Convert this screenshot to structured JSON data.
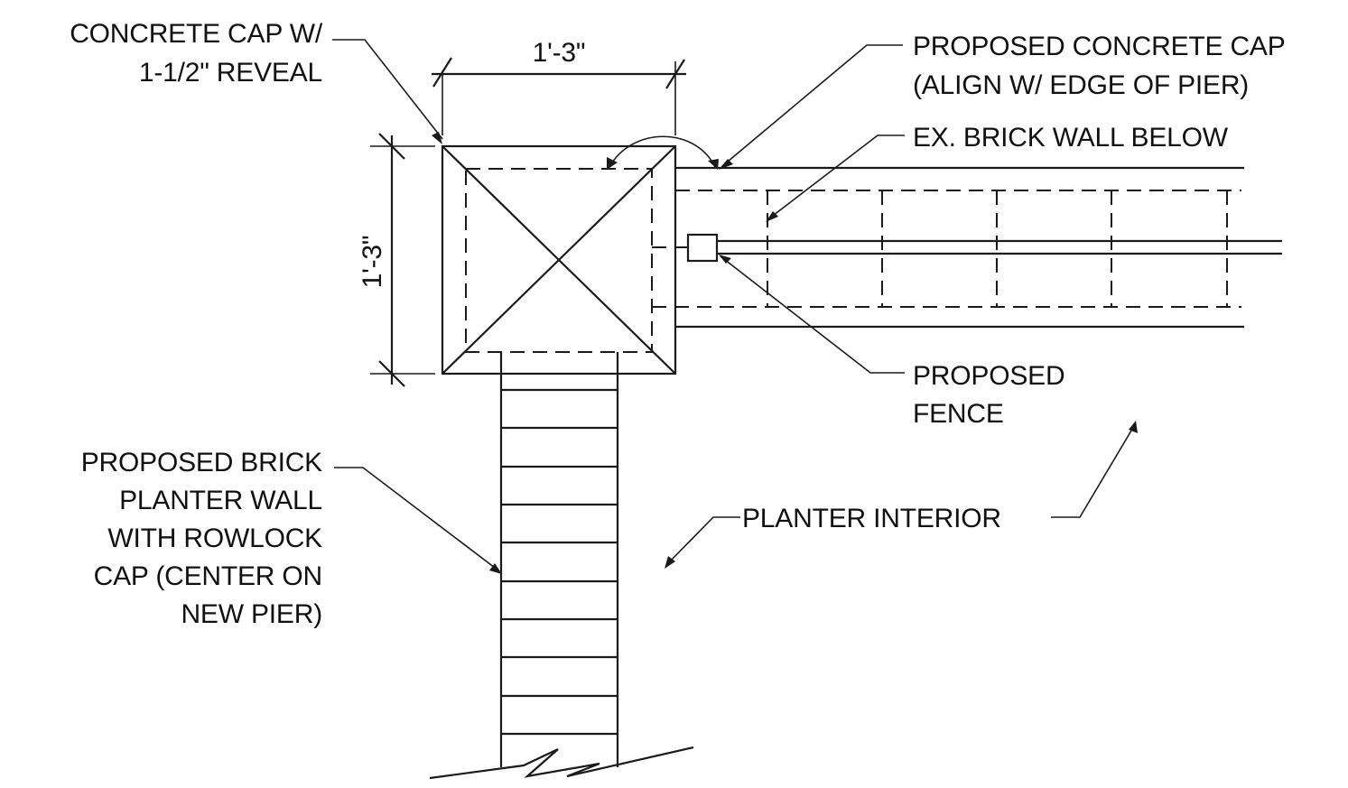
{
  "dimensions": {
    "horizontal": "1'-3\"",
    "vertical": "1'-3\""
  },
  "callouts": {
    "concrete_cap": [
      "CONCRETE CAP W/",
      "1-1/2\" REVEAL"
    ],
    "proposed_concrete_cap": [
      "PROPOSED CONCRETE CAP",
      "(ALIGN W/ EDGE OF PIER)"
    ],
    "brick_wall_below": [
      "EX. BRICK WALL BELOW"
    ],
    "proposed_fence": [
      "PROPOSED",
      "FENCE"
    ],
    "planter_wall": [
      "PROPOSED BRICK",
      "PLANTER WALL",
      "WITH ROWLOCK",
      "CAP (CENTER ON",
      "NEW PIER)"
    ],
    "planter_interior": [
      "PLANTER INTERIOR"
    ]
  }
}
